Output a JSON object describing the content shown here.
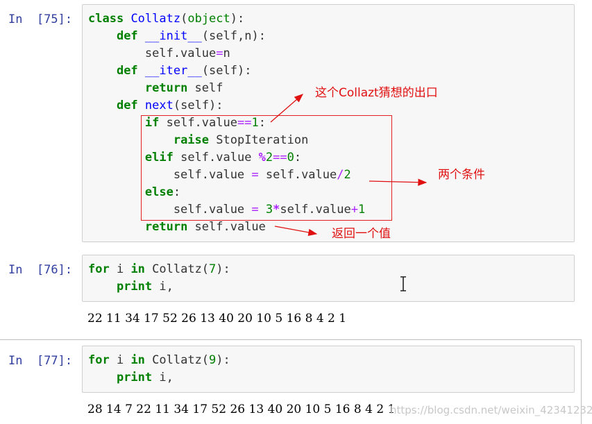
{
  "cells": [
    {
      "prompt": "In  [75]:",
      "lines": [
        "class Collatz(object):",
        "    def __init__(self,n):",
        "        self.value=n",
        "    def __iter__(self):",
        "        return self",
        "    def next(self):",
        "        if self.value==1:",
        "            raise StopIteration",
        "        elif self.value %2==0:",
        "            self.value = self.value/2",
        "        else:",
        "            self.value = 3*self.value+1",
        "        return self.value"
      ]
    },
    {
      "prompt": "In  [76]:",
      "lines": [
        "for i in Collatz(7):",
        "    print i,"
      ],
      "output": "22 11 34 17 52 26 13 40 20 10 5 16 8 4 2 1"
    },
    {
      "prompt": "In  [77]:",
      "lines": [
        "for i in Collatz(9):",
        "    print i,"
      ],
      "output": "28 14 7 22 11 34 17 52 26 13 40 20 10 5 16 8 4 2 1"
    }
  ],
  "annotations": {
    "exit": "这个Collazt猜想的出口",
    "conditions": "两个条件",
    "return_value": "返回一个值"
  },
  "watermark": "https://blog.csdn.net/weixin_42341232",
  "colors": {
    "prompt": "#303f9f",
    "keyword": "#008000",
    "annotation": "#e01010",
    "cell_bg": "#f7f7f7"
  }
}
